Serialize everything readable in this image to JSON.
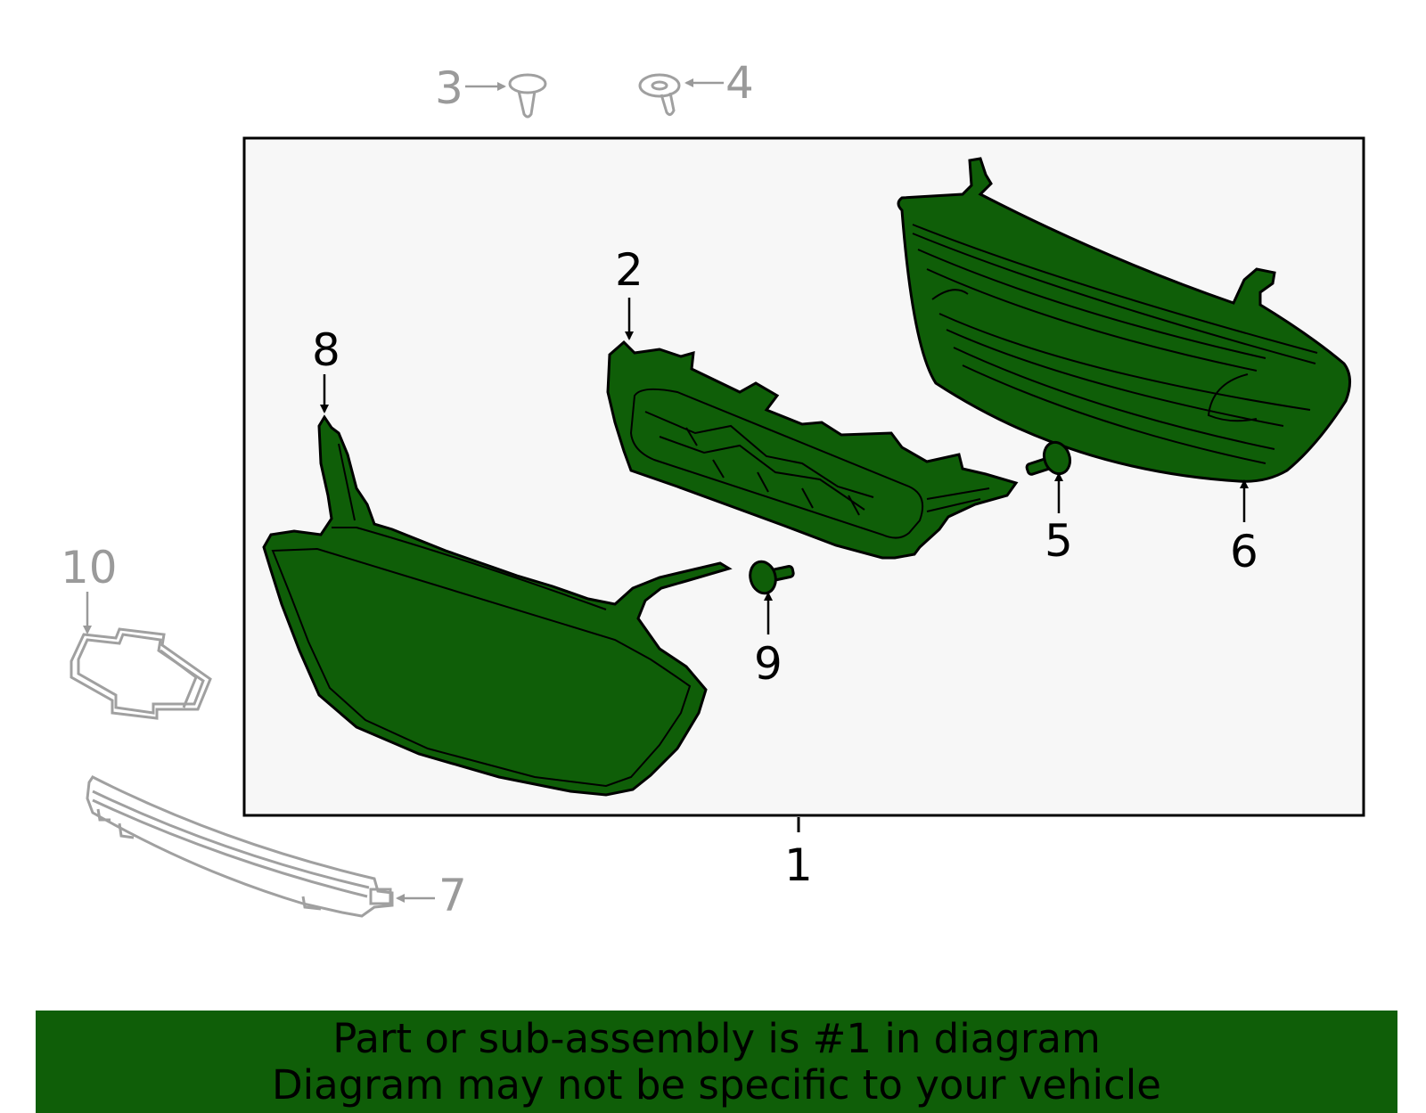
{
  "colors": {
    "part_fill": "#0f5e08",
    "outline": "#000000",
    "ghost": "#a0a0a0",
    "box_fill": "#f7f7f7",
    "banner_fill": "#0f5e08"
  },
  "callouts": {
    "c1": "1",
    "c2": "2",
    "c3": "3",
    "c4": "4",
    "c5": "5",
    "c6": "6",
    "c7": "7",
    "c8": "8",
    "c9": "9",
    "c10": "10"
  },
  "banner": {
    "line1": "Part or sub-assembly is #1 in diagram",
    "line2": "Diagram may not be specific to your vehicle"
  }
}
